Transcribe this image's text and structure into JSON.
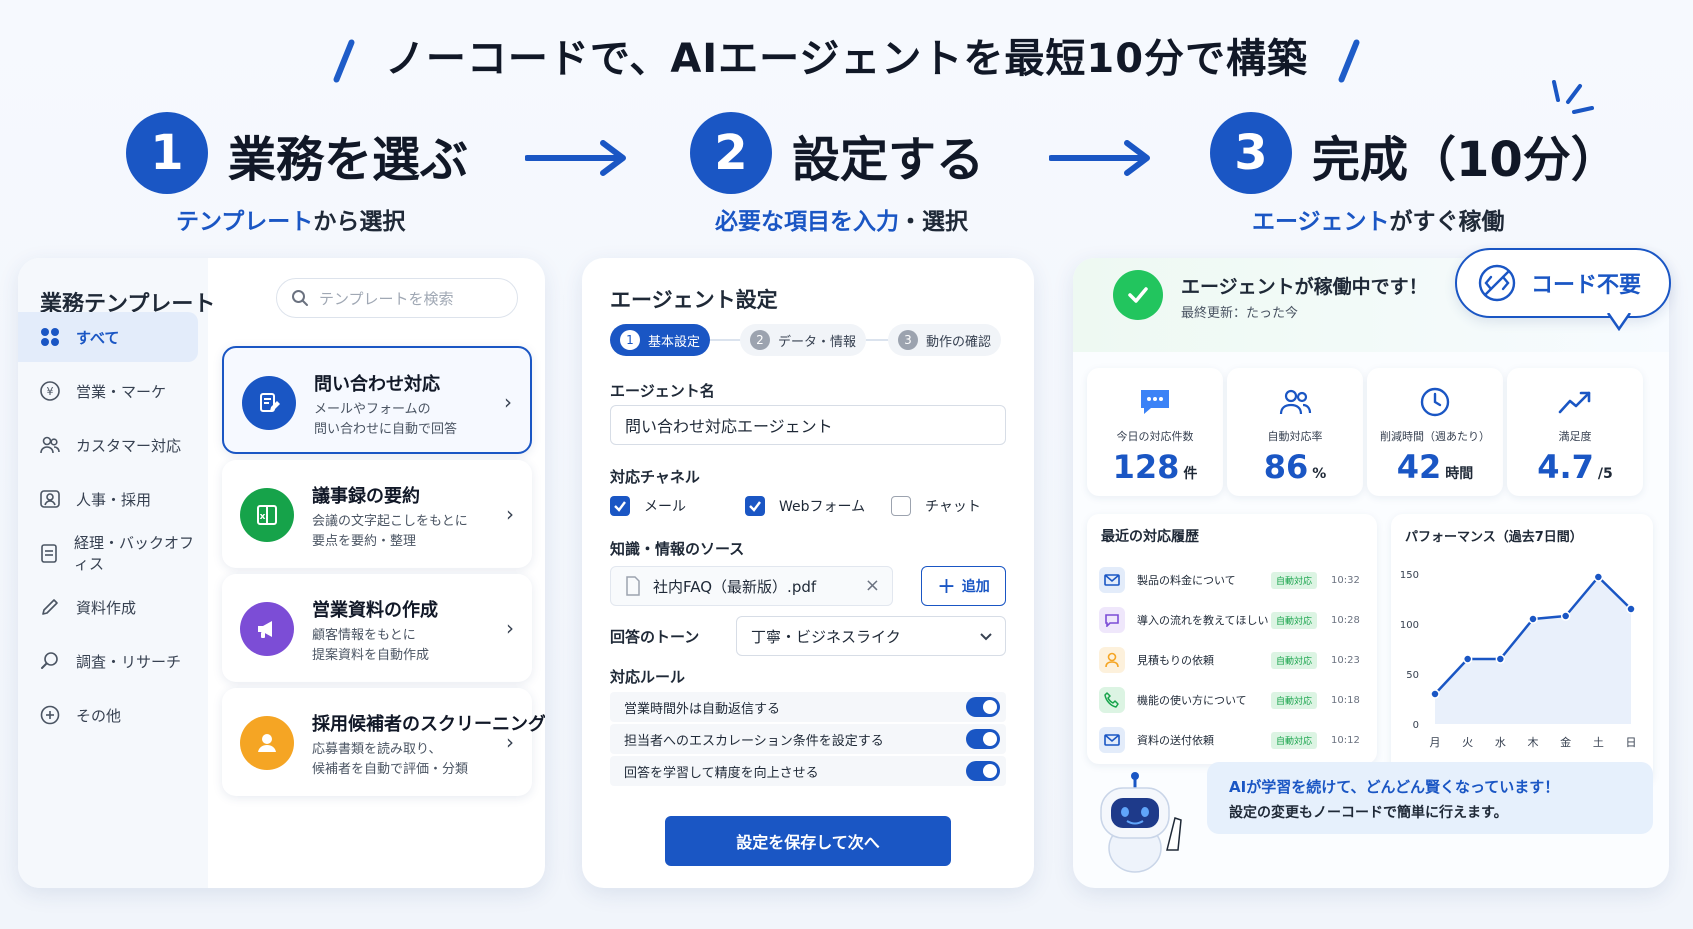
{
  "headline": "ノーコードで、AIエージェントを最短10分で構築",
  "steps": [
    {
      "num": "1",
      "title": "業務を選ぶ",
      "sub_hl": "テンプレート",
      "sub_rest": "から選択"
    },
    {
      "num": "2",
      "title": "設定する",
      "sub_hl": "必要な項目を入力",
      "sub_rest": "・選択"
    },
    {
      "num": "3",
      "title": "完成（10分）",
      "sub_hl": "エージェント",
      "sub_rest": "がすぐ稼働"
    }
  ],
  "templates_panel": {
    "title": "業務テンプレート",
    "search_placeholder": "テンプレートを検索",
    "categories": [
      {
        "label": "すべて",
        "icon": "grid-icon"
      },
      {
        "label": "営業・マーケ",
        "icon": "yen-icon"
      },
      {
        "label": "カスタマー対応",
        "icon": "people-icon"
      },
      {
        "label": "人事・採用",
        "icon": "person-icon"
      },
      {
        "label": "経理・バックオフィス",
        "icon": "clipboard-icon"
      },
      {
        "label": "資料作成",
        "icon": "pen-icon"
      },
      {
        "label": "調査・リサーチ",
        "icon": "magnifier-icon"
      },
      {
        "label": "その他",
        "icon": "plus-circle-icon"
      }
    ],
    "templates": [
      {
        "name": "問い合わせ対応",
        "desc1": "メールやフォームの",
        "desc2": "問い合わせに自動で回答",
        "icon": "edit-doc-icon",
        "color": "#1a56c4"
      },
      {
        "name": "議事録の要約",
        "desc1": "会議の文字起こしをもとに",
        "desc2": "要点を要約・整理",
        "icon": "spreadsheet-icon",
        "color": "#16a34a"
      },
      {
        "name": "営業資料の作成",
        "desc1": "顧客情報をもとに",
        "desc2": "提案資料を自動作成",
        "icon": "megaphone-icon",
        "color": "#7c4dd6"
      },
      {
        "name": "採用候補者のスクリーニング",
        "desc1": "応募書類を読み取り、",
        "desc2": "候補者を自動で評価・分類",
        "icon": "user-icon",
        "color": "#f5a524"
      }
    ]
  },
  "settings_panel": {
    "title": "エージェント設定",
    "stepper": [
      {
        "num": "1",
        "label": "基本設定"
      },
      {
        "num": "2",
        "label": "データ・情報"
      },
      {
        "num": "3",
        "label": "動作の確認"
      }
    ],
    "agent_name_label": "エージェント名",
    "agent_name_value": "問い合わせ対応エージェント",
    "channels_label": "対応チャネル",
    "channels": [
      {
        "label": "メール",
        "checked": true
      },
      {
        "label": "Webフォーム",
        "checked": true
      },
      {
        "label": "チャット",
        "checked": false
      }
    ],
    "knowledge_label": "知識・情報のソース",
    "knowledge_file": "社内FAQ（最新版）.pdf",
    "add_button": "追加",
    "tone_label": "回答のトーン",
    "tone_value": "丁寧・ビジネスライク",
    "rules_label": "対応ルール",
    "rules": [
      {
        "label": "営業時間外は自動返信する",
        "on": true
      },
      {
        "label": "担当者へのエスカレーション条件を設定する",
        "on": true
      },
      {
        "label": "回答を学習して精度を向上させる",
        "on": true
      }
    ],
    "save_button": "設定を保存して次へ"
  },
  "result_panel": {
    "badge": "コード不要",
    "status_title": "エージェントが稼働中です！",
    "status_updated": "最終更新：たった今",
    "stats": [
      {
        "label": "今日の対応件数",
        "value": "128",
        "unit": "件",
        "icon": "chat-bubble-icon"
      },
      {
        "label": "自動対応率",
        "value": "86",
        "unit": "%",
        "icon": "users-icon"
      },
      {
        "label": "削減時間（週あたり）",
        "value": "42",
        "unit": "時間",
        "icon": "clock-icon"
      },
      {
        "label": "満足度",
        "value": "4.7",
        "unit": "/5",
        "icon": "trend-up-icon"
      }
    ],
    "history_title": "最近の対応履歴",
    "history": [
      {
        "text": "製品の料金について",
        "badge": "自動対応",
        "time": "10:32",
        "icon": "mail-icon",
        "color": "#1a56c4",
        "bg": "#e3ecfa"
      },
      {
        "text": "導入の流れを教えてほしい",
        "badge": "自動対応",
        "time": "10:28",
        "icon": "chat-icon",
        "color": "#7c4dd6",
        "bg": "#efe7fb"
      },
      {
        "text": "見積もりの依頼",
        "badge": "自動対応",
        "time": "10:23",
        "icon": "user-icon",
        "color": "#f5a524",
        "bg": "#fdf1dc"
      },
      {
        "text": "機能の使い方について",
        "badge": "自動対応",
        "time": "10:18",
        "icon": "phone-icon",
        "color": "#16a34a",
        "bg": "#dcf4e3"
      },
      {
        "text": "資料の送付依頼",
        "badge": "自動対応",
        "time": "10:12",
        "icon": "mail-icon",
        "color": "#1a56c4",
        "bg": "#e3ecfa"
      }
    ],
    "message_line1": "AIが学習を続けて、どんどん賢くなっています！",
    "message_line2": "設定の変更もノーコードで簡単に行えます。"
  },
  "chart_data": {
    "type": "line",
    "title": "パフォーマンス（過去7日間）",
    "categories": [
      "月",
      "火",
      "水",
      "木",
      "金",
      "土",
      "日"
    ],
    "values": [
      30,
      65,
      65,
      105,
      108,
      147,
      115
    ],
    "ylim": [
      0,
      150
    ],
    "yticks": [
      0,
      50,
      100,
      150
    ],
    "color": "#1a56c4",
    "grid": false
  },
  "colors": {
    "accent": "#1a56c4",
    "success": "#22c55e"
  }
}
